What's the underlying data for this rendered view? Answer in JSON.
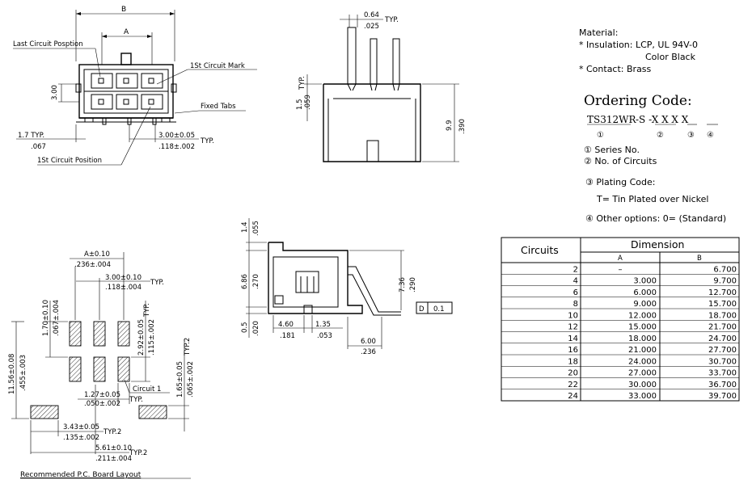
{
  "top_view": {
    "dim_b": "B",
    "dim_a": "A",
    "last_circuit_label": "Last Circuit Posption",
    "first_circuit_mark_label": "1St Circuit Mark",
    "fixed_tabs_label": "Fixed Tabs",
    "first_circuit_position_label": "1St Circuit Position",
    "height_3_00": "3.00",
    "pitch_mm": "3.00±0.05",
    "pitch_in": ".118±.002",
    "pitch_typ": "TYP.",
    "offset_mm": "1.7 TYP.",
    "offset_in": ".067"
  },
  "side_view": {
    "pin_width_mm": "0.64",
    "pin_width_in": ".025",
    "pin_width_typ": "TYP.",
    "pin_len_mm": "1.5",
    "pin_len_in": ".059",
    "pin_len_typ": "TYP.",
    "height_mm": "9.9",
    "height_in": ".390"
  },
  "right_view": {
    "d_top_mm": "1.4",
    "d_top_in": ".055",
    "d_mid_mm": "6.86",
    "d_mid_in": ".270",
    "d_bot_mm": "0.5",
    "d_bot_in": ".020",
    "d_right_mm": "7.36",
    "d_right_in": ".290",
    "d_460_mm": "4.60",
    "d_460_in": ".181",
    "d_135_mm": "1.35",
    "d_135_in": ".053",
    "d_600_mm": "6.00",
    "d_600_in": ".236",
    "datum_letter": "D",
    "datum_tol": "0.1"
  },
  "pcb_layout": {
    "caption": "Recommended P.C. Board Layout",
    "a_tol": "A±0.10",
    "a_in": ".236±.004",
    "pitch_mm": "3.00±0.10",
    "pitch_in": ".118±.004",
    "pitch_typ": "TYP.",
    "pad_w_mm": "1.70±0.10",
    "pad_w_in": ".067±.004",
    "row_mm": "2.92±0.05",
    "row_in": ".115±.002",
    "row_typ": "TYP.",
    "total_mm": "11.56±0.08",
    "total_in": ".455±.003",
    "tab_mm": "1.65±0.05",
    "tab_in": ".065±.002",
    "tab_typ": "TYP.2",
    "pad_h_mm": "1.27±0.05",
    "pad_h_in": ".050±.002",
    "pad_h_typ": "TYP.",
    "circuit_label": "Circuit 1",
    "d343_mm": "3.43±0.05",
    "d343_in": ".135±.002",
    "d343_typ": "TYP.2",
    "d561_mm": "5.61±0.10",
    "d561_in": ".211±.004",
    "d561_typ": "TYP.2"
  },
  "material": {
    "title": "Material:",
    "insulation": "* Insulation: LCP, UL 94V-0",
    "insulation_color": "Color Black",
    "contact": "* Contact: Brass"
  },
  "ordering": {
    "title": "Ordering Code:",
    "code_part": "TS312WR",
    "code_rest": "-S -X X   X   X",
    "markers": [
      "①",
      "②",
      "③",
      "④"
    ],
    "series": "① Series No.",
    "circuits": "② No. of Circuits",
    "plating_title": "③ Plating Code:",
    "plating_value": "T= Tin Plated over Nickel",
    "other": "④ Other options: 0= (Standard)"
  },
  "dimension_table": {
    "col_circuits": "Circuits",
    "col_dimension": "Dimension",
    "col_a": "A",
    "col_b": "B",
    "rows": [
      {
        "circuits": "2",
        "a": "–",
        "b": "6.700"
      },
      {
        "circuits": "4",
        "a": "3.000",
        "b": "9.700"
      },
      {
        "circuits": "6",
        "a": "6.000",
        "b": "12.700"
      },
      {
        "circuits": "8",
        "a": "9.000",
        "b": "15.700"
      },
      {
        "circuits": "10",
        "a": "12.000",
        "b": "18.700"
      },
      {
        "circuits": "12",
        "a": "15.000",
        "b": "21.700"
      },
      {
        "circuits": "14",
        "a": "18.000",
        "b": "24.700"
      },
      {
        "circuits": "16",
        "a": "21.000",
        "b": "27.700"
      },
      {
        "circuits": "18",
        "a": "24.000",
        "b": "30.700"
      },
      {
        "circuits": "20",
        "a": "27.000",
        "b": "33.700"
      },
      {
        "circuits": "22",
        "a": "30.000",
        "b": "36.700"
      },
      {
        "circuits": "24",
        "a": "33.000",
        "b": "39.700"
      }
    ]
  }
}
